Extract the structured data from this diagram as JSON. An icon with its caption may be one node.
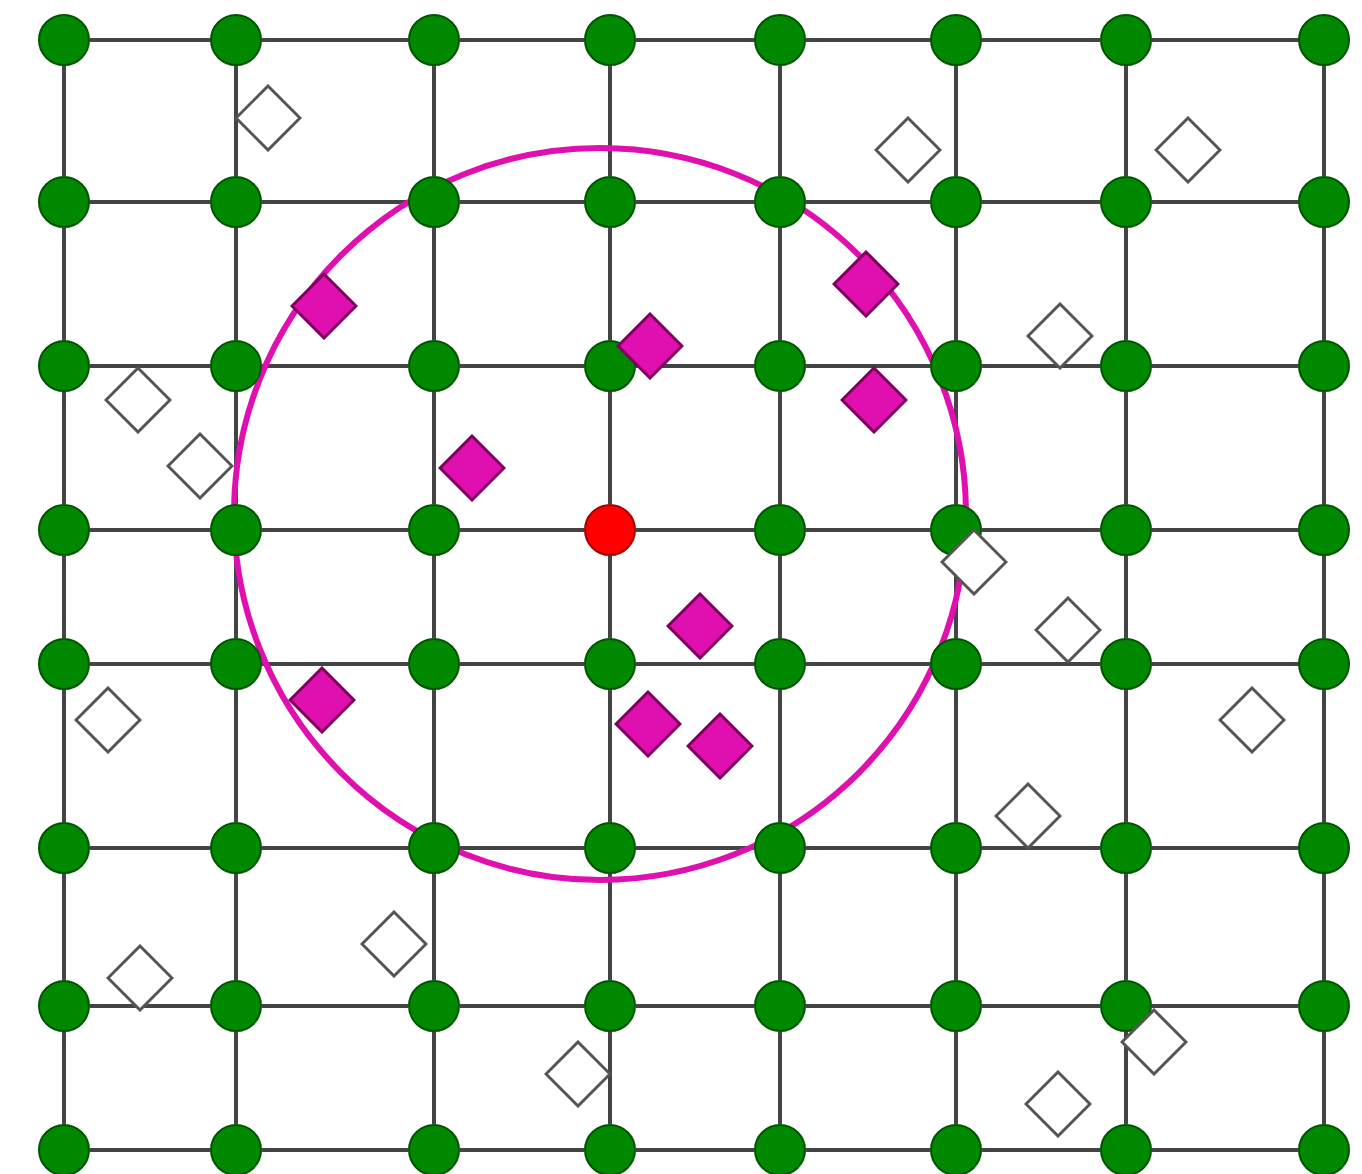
{
  "diagram": {
    "nodes": [
      {
        "text": [],
        "shape": "circle"
      },
      {
        "text": [],
        "shape": "circle"
      },
      {
        "text": [],
        "shape": "circle"
      },
      {
        "text": [],
        "shape": "circle"
      },
      {
        "text": [],
        "shape": "circle"
      },
      {
        "text": [],
        "shape": "circle"
      },
      {
        "text": [],
        "shape": "circle"
      },
      {
        "text": [],
        "shape": "circle"
      },
      {
        "text": [],
        "shape": "circle"
      },
      {
        "text": [],
        "shape": "circle"
      },
      {
        "text": [],
        "shape": "circle"
      },
      {
        "text": [],
        "shape": "circle"
      },
      {
        "text": [],
        "shape": "circle"
      },
      {
        "text": [],
        "shape": "circle"
      },
      {
        "text": [],
        "shape": "circle"
      },
      {
        "text": [],
        "shape": "circle"
      },
      {
        "text": [],
        "shape": "circle"
      },
      {
        "text": [],
        "shape": "circle"
      },
      {
        "text": [],
        "shape": "circle"
      },
      {
        "text": [],
        "shape": "circle"
      },
      {
        "text": [],
        "shape": "circle"
      },
      {
        "text": [],
        "shape": "circle"
      },
      {
        "text": [],
        "shape": "circle"
      },
      {
        "text": [],
        "shape": "circle"
      },
      {
        "text": [],
        "shape": "circle"
      },
      {
        "text": [],
        "shape": "circle"
      },
      {
        "text": [],
        "shape": "circle"
      },
      {
        "text": [],
        "shape": "circle"
      },
      {
        "text": [],
        "shape": "circle"
      },
      {
        "text": [],
        "shape": "circle"
      },
      {
        "text": [],
        "shape": "circle"
      },
      {
        "text": [],
        "shape": "circle"
      },
      {
        "text": [],
        "shape": "circle"
      },
      {
        "text": [],
        "shape": "circle"
      },
      {
        "text": [],
        "shape": "circle"
      },
      {
        "text": [],
        "shape": "circle"
      },
      {
        "text": [],
        "shape": "circle"
      },
      {
        "text": [],
        "shape": "circle"
      },
      {
        "text": [],
        "shape": "circle"
      },
      {
        "text": [],
        "shape": "circle"
      },
      {
        "text": [],
        "shape": "circle"
      },
      {
        "text": [],
        "shape": "circle"
      },
      {
        "text": [],
        "shape": "circle"
      },
      {
        "text": [],
        "shape": "circle"
      },
      {
        "text": [],
        "shape": "circle"
      },
      {
        "text": [],
        "shape": "circle"
      },
      {
        "text": [],
        "shape": "circle"
      },
      {
        "text": [],
        "shape": "circle"
      },
      {
        "text": [],
        "shape": "circle"
      },
      {
        "text": [],
        "shape": "circle"
      },
      {
        "text": [],
        "shape": "circle"
      },
      {
        "text": [],
        "shape": "circle"
      },
      {
        "text": [],
        "shape": "circle"
      },
      {
        "text": [],
        "shape": "circle"
      },
      {
        "text": [],
        "shape": "circle"
      },
      {
        "text": [],
        "shape": "circle"
      },
      {
        "text": [],
        "shape": "circle"
      },
      {
        "text": [],
        "shape": "circle"
      },
      {
        "text": [],
        "shape": "circle"
      },
      {
        "text": [],
        "shape": "circle"
      },
      {
        "text": [],
        "shape": "circle"
      },
      {
        "text": [],
        "shape": "circle"
      },
      {
        "text": [],
        "shape": "circle"
      },
      {
        "text": [],
        "shape": "circle"
      },
      {
        "text": [],
        "shape": "diamond"
      },
      {
        "text": [],
        "shape": "diamond"
      },
      {
        "text": [],
        "shape": "diamond"
      },
      {
        "text": [],
        "shape": "diamond"
      },
      {
        "text": [],
        "shape": "diamond"
      },
      {
        "text": [],
        "shape": "diamond"
      },
      {
        "text": [],
        "shape": "diamond"
      },
      {
        "text": [],
        "shape": "diamond"
      },
      {
        "text": [],
        "shape": "diamond"
      },
      {
        "text": [],
        "shape": "diamond"
      },
      {
        "text": [],
        "shape": "diamond"
      },
      {
        "text": [],
        "shape": "diamond"
      },
      {
        "text": [],
        "shape": "diamond"
      },
      {
        "text": [],
        "shape": "diamond"
      },
      {
        "text": [],
        "shape": "diamond"
      },
      {
        "text": [],
        "shape": "diamond"
      },
      {
        "text": [],
        "shape": "diamond"
      },
      {
        "text": [],
        "shape": "diamond"
      },
      {
        "text": [],
        "shape": "diamond"
      },
      {
        "text": [],
        "shape": "diamond"
      },
      {
        "text": [],
        "shape": "diamond"
      },
      {
        "text": [],
        "shape": "diamond"
      },
      {
        "text": [],
        "shape": "diamond"
      },
      {
        "text": [],
        "shape": "diamond"
      },
      {
        "text": [],
        "shape": "diamond"
      }
    ],
    "edges": [
      {
        "from": 0,
        "to": 1,
        "arrow": "none"
      },
      {
        "from": 1,
        "to": 2,
        "arrow": "none"
      },
      {
        "from": 2,
        "to": 3,
        "arrow": "none"
      },
      {
        "from": 3,
        "to": 4,
        "arrow": "none"
      },
      {
        "from": 4,
        "to": 5,
        "arrow": "none"
      },
      {
        "from": 5,
        "to": 6,
        "arrow": "none"
      },
      {
        "from": 6,
        "to": 7,
        "arrow": "none"
      },
      {
        "from": 8,
        "to": 9,
        "arrow": "none"
      },
      {
        "from": 9,
        "to": 10,
        "arrow": "none"
      },
      {
        "from": 10,
        "to": 11,
        "arrow": "none"
      },
      {
        "from": 11,
        "to": 12,
        "arrow": "none"
      },
      {
        "from": 12,
        "to": 13,
        "arrow": "none"
      },
      {
        "from": 13,
        "to": 14,
        "arrow": "none"
      },
      {
        "from": 14,
        "to": 15,
        "arrow": "none"
      },
      {
        "from": 16,
        "to": 17,
        "arrow": "none"
      },
      {
        "from": 17,
        "to": 18,
        "arrow": "none"
      },
      {
        "from": 18,
        "to": 19,
        "arrow": "none"
      },
      {
        "from": 19,
        "to": 20,
        "arrow": "none"
      },
      {
        "from": 20,
        "to": 21,
        "arrow": "none"
      },
      {
        "from": 21,
        "to": 22,
        "arrow": "none"
      },
      {
        "from": 22,
        "to": 23,
        "arrow": "none"
      },
      {
        "from": 24,
        "to": 25,
        "arrow": "none"
      },
      {
        "from": 25,
        "to": 26,
        "arrow": "none"
      },
      {
        "from": 26,
        "to": 27,
        "arrow": "none"
      },
      {
        "from": 27,
        "to": 28,
        "arrow": "none"
      },
      {
        "from": 28,
        "to": 29,
        "arrow": "none"
      },
      {
        "from": 29,
        "to": 30,
        "arrow": "none"
      },
      {
        "from": 30,
        "to": 31,
        "arrow": "none"
      },
      {
        "from": 32,
        "to": 33,
        "arrow": "none"
      },
      {
        "from": 33,
        "to": 34,
        "arrow": "none"
      },
      {
        "from": 34,
        "to": 35,
        "arrow": "none"
      },
      {
        "from": 35,
        "to": 36,
        "arrow": "none"
      },
      {
        "from": 36,
        "to": 37,
        "arrow": "none"
      },
      {
        "from": 37,
        "to": 38,
        "arrow": "none"
      },
      {
        "from": 38,
        "to": 39,
        "arrow": "none"
      },
      {
        "from": 40,
        "to": 41,
        "arrow": "none"
      },
      {
        "from": 41,
        "to": 42,
        "arrow": "none"
      },
      {
        "from": 42,
        "to": 43,
        "arrow": "none"
      },
      {
        "from": 43,
        "to": 44,
        "arrow": "none"
      },
      {
        "from": 44,
        "to": 45,
        "arrow": "none"
      },
      {
        "from": 45,
        "to": 46,
        "arrow": "none"
      },
      {
        "from": 46,
        "to": 47,
        "arrow": "none"
      },
      {
        "from": 48,
        "to": 49,
        "arrow": "none"
      },
      {
        "from": 49,
        "to": 50,
        "arrow": "none"
      },
      {
        "from": 50,
        "to": 51,
        "arrow": "none"
      },
      {
        "from": 51,
        "to": 52,
        "arrow": "none"
      },
      {
        "from": 52,
        "to": 53,
        "arrow": "none"
      },
      {
        "from": 53,
        "to": 54,
        "arrow": "none"
      },
      {
        "from": 54,
        "to": 55,
        "arrow": "none"
      },
      {
        "from": 56,
        "to": 57,
        "arrow": "none"
      },
      {
        "from": 57,
        "to": 58,
        "arrow": "none"
      },
      {
        "from": 58,
        "to": 59,
        "arrow": "none"
      },
      {
        "from": 59,
        "to": 60,
        "arrow": "none"
      },
      {
        "from": 60,
        "to": 61,
        "arrow": "none"
      },
      {
        "from": 61,
        "to": 62,
        "arrow": "none"
      },
      {
        "from": 62,
        "to": 63,
        "arrow": "none"
      },
      {
        "from": 0,
        "to": 8,
        "arrow": "none"
      },
      {
        "from": 1,
        "to": 9,
        "arrow": "none"
      },
      {
        "from": 2,
        "to": 10,
        "arrow": "none"
      },
      {
        "from": 3,
        "to": 11,
        "arrow": "none"
      },
      {
        "from": 4,
        "to": 12,
        "arrow": "none"
      },
      {
        "from": 5,
        "to": 13,
        "arrow": "none"
      },
      {
        "from": 6,
        "to": 14,
        "arrow": "none"
      },
      {
        "from": 7,
        "to": 15,
        "arrow": "none"
      },
      {
        "from": 8,
        "to": 16,
        "arrow": "none"
      },
      {
        "from": 9,
        "to": 17,
        "arrow": "none"
      },
      {
        "from": 10,
        "to": 18,
        "arrow": "none"
      },
      {
        "from": 11,
        "to": 19,
        "arrow": "none"
      },
      {
        "from": 12,
        "to": 20,
        "arrow": "none"
      },
      {
        "from": 13,
        "to": 21,
        "arrow": "none"
      },
      {
        "from": 14,
        "to": 22,
        "arrow": "none"
      },
      {
        "from": 15,
        "to": 23,
        "arrow": "none"
      },
      {
        "from": 16,
        "to": 24,
        "arrow": "none"
      },
      {
        "from": 17,
        "to": 25,
        "arrow": "none"
      },
      {
        "from": 18,
        "to": 26,
        "arrow": "none"
      },
      {
        "from": 19,
        "to": 27,
        "arrow": "none"
      },
      {
        "from": 20,
        "to": 28,
        "arrow": "none"
      },
      {
        "from": 21,
        "to": 29,
        "arrow": "none"
      },
      {
        "from": 22,
        "to": 30,
        "arrow": "none"
      },
      {
        "from": 23,
        "to": 31,
        "arrow": "none"
      },
      {
        "from": 24,
        "to": 32,
        "arrow": "none"
      },
      {
        "from": 25,
        "to": 33,
        "arrow": "none"
      },
      {
        "from": 26,
        "to": 34,
        "arrow": "none"
      },
      {
        "from": 27,
        "to": 35,
        "arrow": "none"
      },
      {
        "from": 28,
        "to": 36,
        "arrow": "none"
      },
      {
        "from": 29,
        "to": 37,
        "arrow": "none"
      },
      {
        "from": 30,
        "to": 38,
        "arrow": "none"
      },
      {
        "from": 31,
        "to": 39,
        "arrow": "none"
      },
      {
        "from": 32,
        "to": 40,
        "arrow": "none"
      },
      {
        "from": 33,
        "to": 41,
        "arrow": "none"
      },
      {
        "from": 34,
        "to": 42,
        "arrow": "none"
      },
      {
        "from": 35,
        "to": 43,
        "arrow": "none"
      },
      {
        "from": 36,
        "to": 44,
        "arrow": "none"
      },
      {
        "from": 37,
        "to": 45,
        "arrow": "none"
      },
      {
        "from": 38,
        "to": 46,
        "arrow": "none"
      },
      {
        "from": 39,
        "to": 47,
        "arrow": "none"
      },
      {
        "from": 40,
        "to": 48,
        "arrow": "none"
      },
      {
        "from": 41,
        "to": 49,
        "arrow": "none"
      },
      {
        "from": 42,
        "to": 50,
        "arrow": "none"
      },
      {
        "from": 43,
        "to": 51,
        "arrow": "none"
      },
      {
        "from": 44,
        "to": 52,
        "arrow": "none"
      },
      {
        "from": 45,
        "to": 53,
        "arrow": "none"
      },
      {
        "from": 46,
        "to": 54,
        "arrow": "none"
      },
      {
        "from": 47,
        "to": 55,
        "arrow": "none"
      },
      {
        "from": 48,
        "to": 56,
        "arrow": "none"
      },
      {
        "from": 49,
        "to": 57,
        "arrow": "none"
      },
      {
        "from": 50,
        "to": 58,
        "arrow": "none"
      },
      {
        "from": 51,
        "to": 59,
        "arrow": "none"
      },
      {
        "from": 52,
        "to": 60,
        "arrow": "none"
      },
      {
        "from": 53,
        "to": 61,
        "arrow": "none"
      },
      {
        "from": 54,
        "to": 62,
        "arrow": "none"
      },
      {
        "from": 55,
        "to": 63,
        "arrow": "none"
      }
    ]
  }
}
